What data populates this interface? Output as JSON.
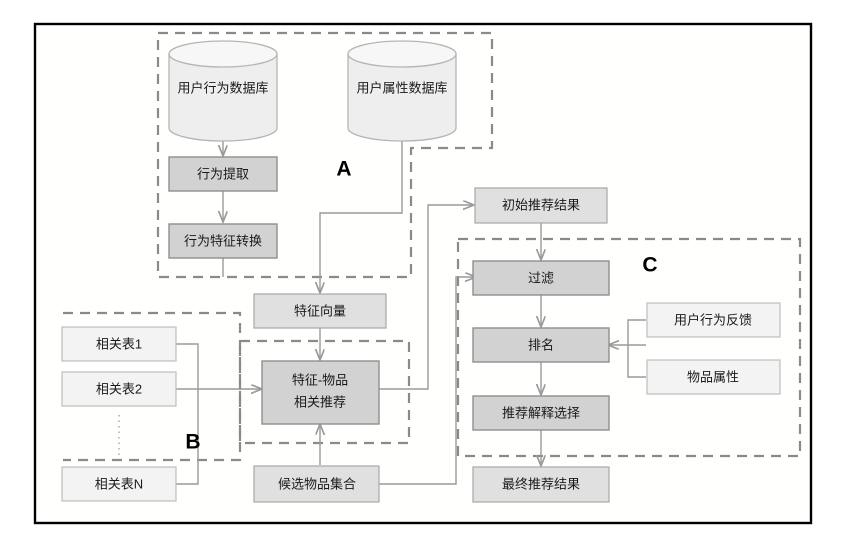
{
  "diagram": {
    "title": "Recommendation System Architecture Flowchart",
    "groups": [
      {
        "id": "A",
        "letter": "A"
      },
      {
        "id": "B",
        "letter": "B"
      },
      {
        "id": "C",
        "letter": "C"
      }
    ],
    "nodes": {
      "user_behavior_db": "用户行为数据库",
      "user_attribute_db": "用户属性数据库",
      "behavior_extraction": "行为提取",
      "behavior_feature_transform": "行为特征转换",
      "feature_vector": "特征向量",
      "relation_table_1": "相关表1",
      "relation_table_2": "相关表2",
      "relation_table_n": "相关表N",
      "feature_item_rec_line1": "特征-物品",
      "feature_item_rec_line2": "相关推荐",
      "candidate_item_set": "候选物品集合",
      "initial_rec_result": "初始推荐结果",
      "filter": "过滤",
      "ranking": "排名",
      "explanation_selection": "推荐解释选择",
      "final_rec_result": "最终推荐结果",
      "user_behavior_feedback": "用户行为反馈",
      "item_attribute": "物品属性"
    },
    "colors": {
      "box_dark_fill": "#d2d2d2",
      "box_mid_fill": "#e0e0e0",
      "box_light_fill": "#f3f3f3",
      "cylinder_fill": "#eeeeee",
      "edge_stroke": "#9a9a9a",
      "group_dash_stroke": "#8a8a8a",
      "frame_stroke": "#000000",
      "text_color": "#1a1a1a"
    }
  }
}
